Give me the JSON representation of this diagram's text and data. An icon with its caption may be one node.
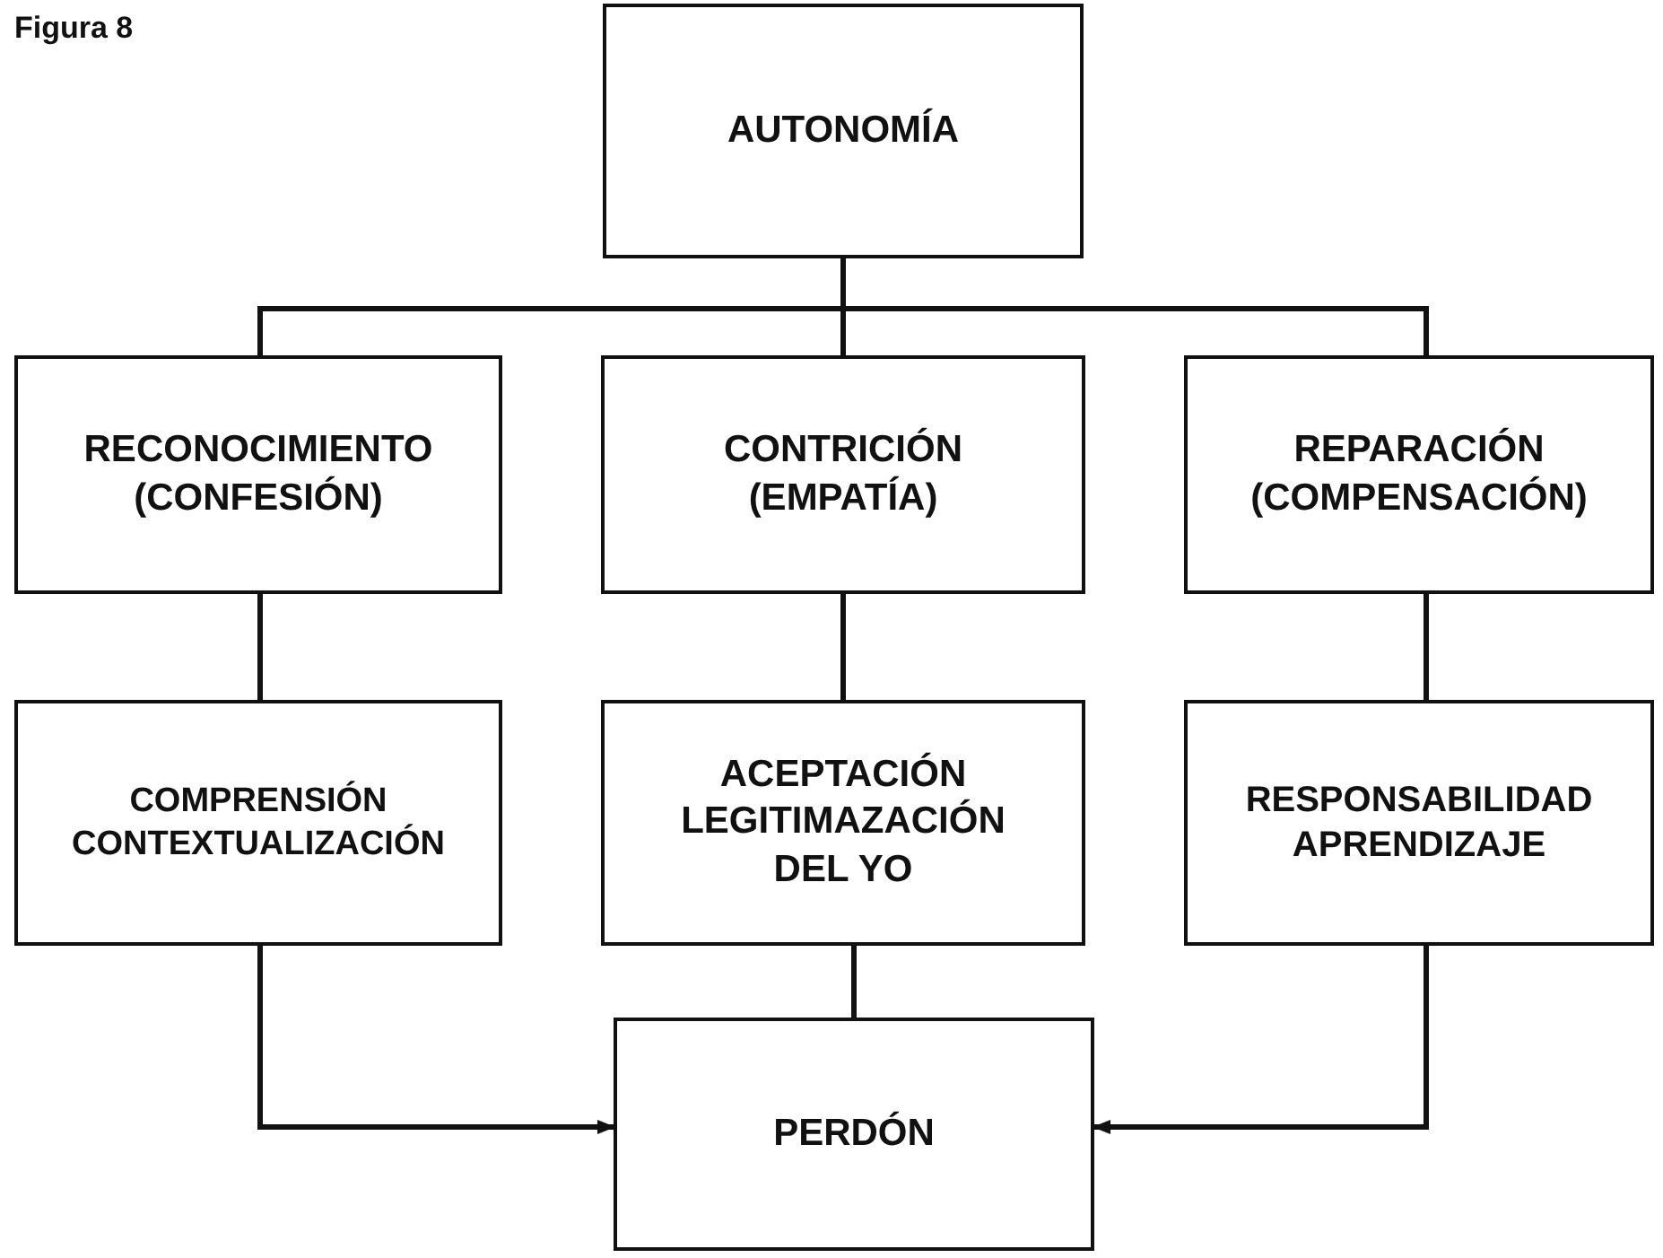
{
  "diagram": {
    "title": "Figura 8",
    "nodes": [
      {
        "text": [
          "AUTONOMÍA"
        ]
      },
      {
        "text": [
          "RECONOCIMIENTO (CONFESIÓN)"
        ]
      },
      {
        "text": [
          "CONTRICIÓN (EMPATÍA)"
        ]
      },
      {
        "text": [
          "REPARACIÓN (COMPENSACIÓN)"
        ]
      },
      {
        "text": [
          "COMPRENSIÓN CONTEXTUALIZACIÓN"
        ]
      },
      {
        "text": [
          "ACEPTACIÓN LEGITIMAZACIÓN DEL YO"
        ]
      },
      {
        "text": [
          "RESPONSABILIDAD APRENDIZAJE"
        ]
      },
      {
        "text": [
          "PERDÓN"
        ]
      }
    ],
    "edges": [
      {
        "from": 0,
        "to": 1,
        "arrow": "none"
      },
      {
        "from": 0,
        "to": 2,
        "arrow": "none"
      },
      {
        "from": 0,
        "to": 3,
        "arrow": "none"
      },
      {
        "from": 1,
        "to": 4,
        "arrow": "none"
      },
      {
        "from": 2,
        "to": 5,
        "arrow": "none"
      },
      {
        "from": 3,
        "to": 6,
        "arrow": "none"
      },
      {
        "from": 4,
        "to": 7,
        "arrow": "to"
      },
      {
        "from": 5,
        "to": 7,
        "arrow": "none"
      },
      {
        "from": 6,
        "to": 7,
        "arrow": "to"
      }
    ]
  }
}
